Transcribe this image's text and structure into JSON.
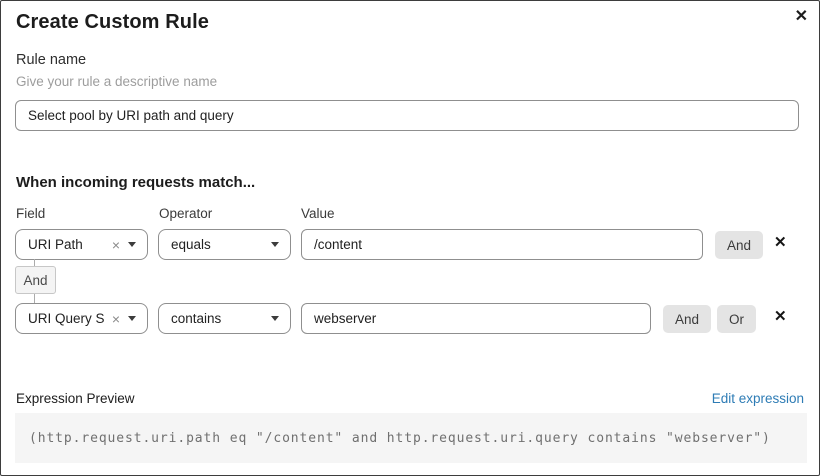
{
  "dialog": {
    "title": "Create Custom Rule"
  },
  "icons": {
    "close": "✕",
    "clear": "×",
    "delete": "✕"
  },
  "rule_name": {
    "label": "Rule name",
    "hint": "Give your rule a descriptive name",
    "value": "Select pool by URI path and query"
  },
  "matcher": {
    "heading": "When incoming requests match...",
    "columns": {
      "field": "Field",
      "operator": "Operator",
      "value": "Value"
    },
    "connector_label": "And",
    "rows": [
      {
        "field": "URI Path",
        "operator": "equals",
        "value": "/content",
        "and_label": "And"
      },
      {
        "field": "URI Query St...",
        "operator": "contains",
        "value": "webserver",
        "and_label": "And",
        "or_label": "Or"
      }
    ]
  },
  "expression": {
    "label": "Expression Preview",
    "edit_link": "Edit expression",
    "code": "(http.request.uri.path eq \"/content\" and http.request.uri.query contains \"webserver\")"
  },
  "colors": {
    "link_blue": "#2e7cb5",
    "button_gray": "#e4e4e4",
    "code_background": "#f5f5f5",
    "border_gray": "#8f8f8f"
  }
}
